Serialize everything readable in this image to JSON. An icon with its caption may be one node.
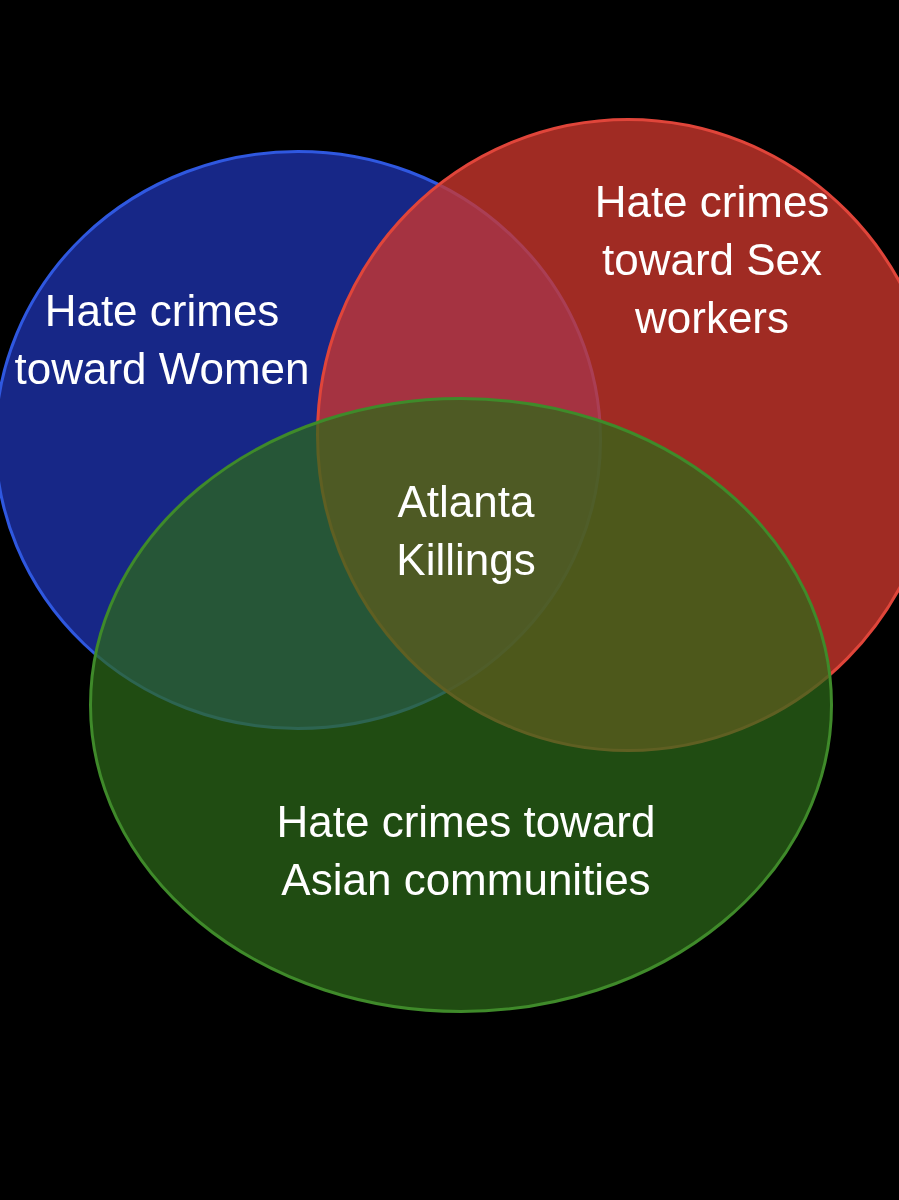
{
  "diagram": {
    "nodes": [
      {
        "text": [
          "Hate crimes toward Women"
        ]
      },
      {
        "text": [
          "Hate crimes toward Sex workers"
        ]
      },
      {
        "text": [
          "Hate crimes toward Asian communities"
        ]
      }
    ],
    "labels": [
      "Atlanta Killings"
    ]
  }
}
